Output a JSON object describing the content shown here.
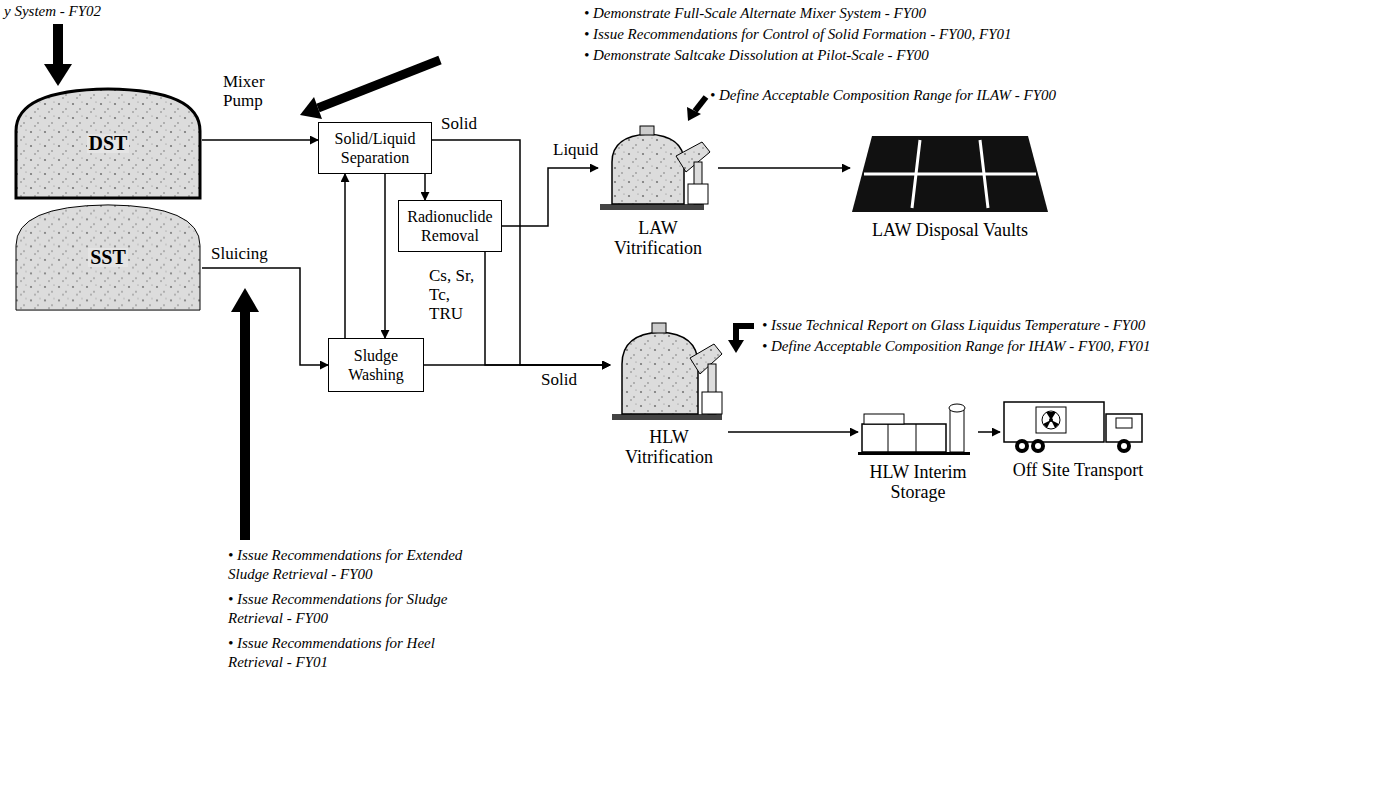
{
  "diagram": {
    "nodes": [
      {
        "text": [
          "DST"
        ]
      },
      {
        "text": [
          "SST"
        ]
      },
      {
        "text": [
          "Solid/Liquid Separation"
        ]
      },
      {
        "text": [
          "Radionuclide Removal"
        ]
      },
      {
        "text": [
          "Sludge Washing"
        ]
      },
      {
        "text": [
          "LAW Vitrification"
        ]
      },
      {
        "text": [
          "LAW Disposal Vaults"
        ]
      },
      {
        "text": [
          "HLW Vitrification"
        ]
      },
      {
        "text": [
          "HLW Interim Storage"
        ]
      },
      {
        "text": [
          "Off Site Transport"
        ]
      }
    ],
    "edges": [
      {
        "from": 0,
        "to": 2,
        "label": "Mixer Pump",
        "arrow": "to"
      },
      {
        "from": 1,
        "to": 4,
        "label": "Sluicing",
        "arrow": "to"
      },
      {
        "from": 2,
        "to": 3,
        "arrow": "to"
      },
      {
        "from": 2,
        "to": 4,
        "arrow": "to"
      },
      {
        "from": 4,
        "to": 2,
        "arrow": "to"
      },
      {
        "from": 3,
        "to": 5,
        "label": "Liquid",
        "arrow": "to"
      },
      {
        "from": 2,
        "to": 7,
        "label": "Solid",
        "arrow": "to"
      },
      {
        "from": 3,
        "to": 7,
        "label": "Cs, Sr, Tc, TRU",
        "arrow": "to"
      },
      {
        "from": 4,
        "to": 7,
        "label": "Solid",
        "arrow": "to"
      },
      {
        "from": 5,
        "to": 6,
        "arrow": "to"
      },
      {
        "from": 7,
        "to": 8,
        "arrow": "to"
      },
      {
        "from": 8,
        "to": 9,
        "arrow": "to"
      }
    ],
    "labels": [
      "y System - FY02",
      "• Demonstrate Full-Scale Alternate Mixer System - FY00",
      "• Issue Recommendations for Control of Solid Formation - FY00, FY01",
      "• Demonstrate Saltcake Dissolution at Pilot-Scale - FY00",
      "• Define Acceptable Composition Range for ILAW - FY00",
      "• Issue Technical Report on Glass Liquidus Temperature - FY00",
      "• Define Acceptable Composition Range for IHAW - FY00, FY01",
      "• Issue Recommendations for Extended Sludge Retrieval - FY00",
      "• Issue Recommendations for Sludge Retrieval - FY00",
      "• Issue Recommendations for Heel Retrieval - FY01"
    ]
  }
}
